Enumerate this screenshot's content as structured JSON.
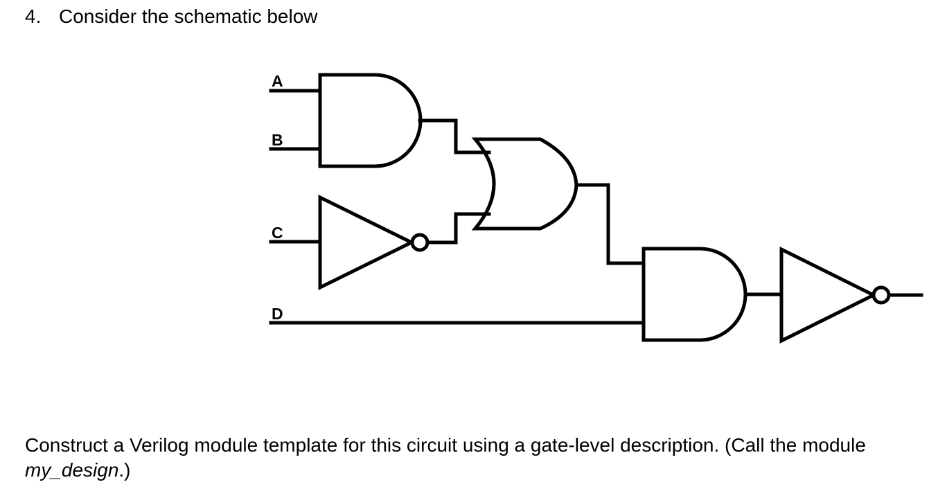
{
  "question": {
    "number": "4.",
    "text": "Consider the schematic below"
  },
  "schematic": {
    "inputs": [
      "A",
      "B",
      "C",
      "D"
    ],
    "gates": [
      {
        "type": "AND",
        "inputs": [
          "A",
          "B"
        ]
      },
      {
        "type": "NOT",
        "inputs": [
          "C"
        ]
      },
      {
        "type": "OR",
        "inputs": [
          "AND(A,B)",
          "NOT(C)"
        ]
      },
      {
        "type": "AND",
        "inputs": [
          "OR",
          "D"
        ]
      },
      {
        "type": "NOT",
        "inputs": [
          "AND"
        ]
      }
    ]
  },
  "instructions": {
    "text_before": "Construct a Verilog module template for this circuit using a gate-level description. (Call the module ",
    "module_name": "my_design",
    "text_after": ".)"
  }
}
